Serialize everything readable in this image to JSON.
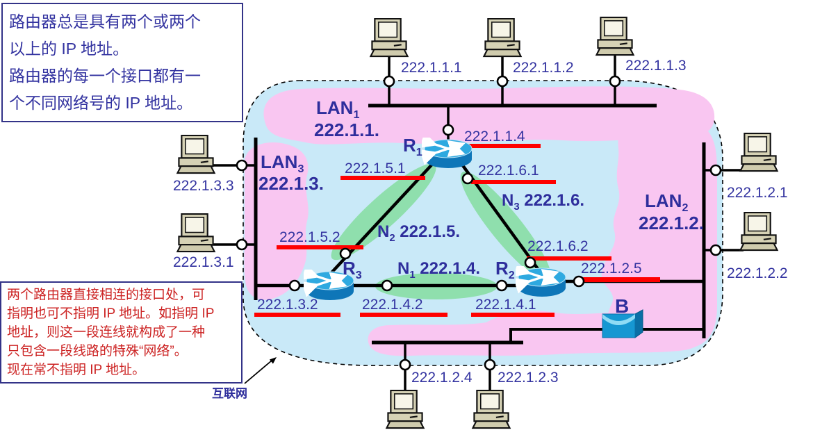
{
  "diagram_title": "router-ip-addressing-example",
  "colors": {
    "cloud_fill": "#C9E9F8",
    "lan_region_pink": "#F9C6F1",
    "wan_link_green": "#8FDFAD",
    "label_navy": "#3333A0",
    "note_red": "#CC2222",
    "highlight_red": "#FF0000",
    "router_body_blue": "#0E76B8",
    "router_top_blue": "#2EA9E0",
    "host_beige": "#D6D2B5"
  },
  "notes": {
    "top": {
      "lines": [
        "路由器总是具有两个或两个",
        "以上的 IP 地址。",
        "路由器的每一个接口都有一",
        "个不同网络号的 IP 地址。"
      ]
    },
    "bottom": {
      "lines": [
        "两个路由器直接相连的接口处，可",
        "指明也可不指明 IP 地址。如指明 IP",
        "地址，则这一段连线就构成了一种",
        "只包含一段线路的特殊“网络”。",
        "现在常不指明 IP 地址。"
      ]
    },
    "internet": "互联网"
  },
  "hosts": [
    {
      "ip": "222.1.1.1"
    },
    {
      "ip": "222.1.1.2"
    },
    {
      "ip": "222.1.1.3"
    },
    {
      "ip": "222.1.2.1"
    },
    {
      "ip": "222.1.2.2"
    },
    {
      "ip": "222.1.3.3"
    },
    {
      "ip": "222.1.3.1"
    },
    {
      "ip": "222.1.2.4"
    },
    {
      "ip": "222.1.2.3"
    }
  ],
  "routers": [
    {
      "label": "R",
      "sub": "1"
    },
    {
      "label": "R",
      "sub": "2"
    },
    {
      "label": "R",
      "sub": "3"
    }
  ],
  "bridge": {
    "label": "B"
  },
  "lans": [
    {
      "label": "LAN",
      "sub": "1",
      "network": "222.1.1."
    },
    {
      "label": "LAN",
      "sub": "2",
      "network": "222.1.2."
    },
    {
      "label": "LAN",
      "sub": "3",
      "network": "222.1.3."
    }
  ],
  "wan_links": [
    {
      "label": "N",
      "sub": "1",
      "network": "222.1.4."
    },
    {
      "label": "N",
      "sub": "2",
      "network": "222.1.5."
    },
    {
      "label": "N",
      "sub": "3",
      "network": "222.1.6."
    }
  ],
  "interfaces": [
    {
      "ip": "222.1.1.4"
    },
    {
      "ip": "222.1.5.1"
    },
    {
      "ip": "222.1.6.1"
    },
    {
      "ip": "222.1.5.2"
    },
    {
      "ip": "222.1.6.2"
    },
    {
      "ip": "222.1.2.5"
    },
    {
      "ip": "222.1.3.2"
    },
    {
      "ip": "222.1.4.2"
    },
    {
      "ip": "222.1.4.1"
    }
  ]
}
